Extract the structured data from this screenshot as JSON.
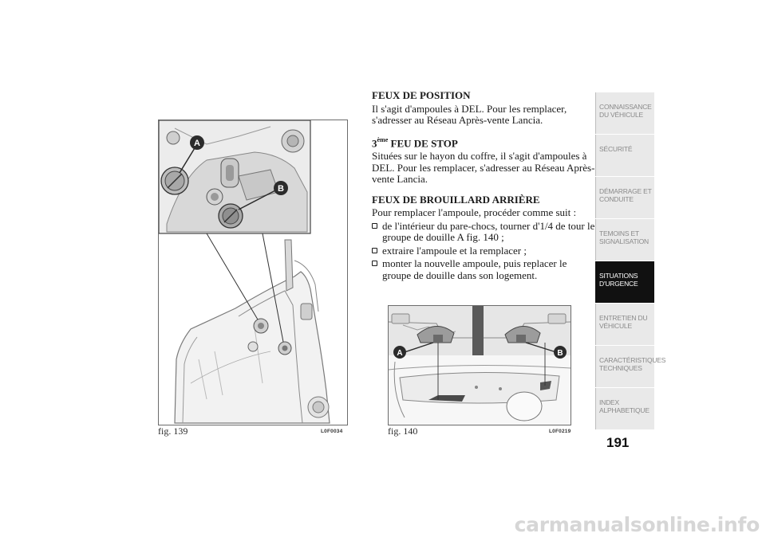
{
  "figures": {
    "fig139": {
      "caption": "fig. 139",
      "code": "L0F0034",
      "callouts": [
        "A",
        "B"
      ]
    },
    "fig140": {
      "caption": "fig. 140",
      "code": "L0F0219",
      "callouts": [
        "A",
        "B"
      ]
    }
  },
  "text": {
    "s1": {
      "heading": "FEUX DE POSITION",
      "body": "Il s'agit d'ampoules à DEL. Pour les remplacer, s'adresser au Réseau Après-vente Lancia."
    },
    "s2": {
      "heading_prefix": "3",
      "heading_sup": "ème",
      "heading_rest": " FEU DE STOP",
      "body": "Situées sur le hayon du coffre, il s'agit d'ampoules à DEL. Pour les remplacer, s'adresser au Réseau Après-vente Lancia."
    },
    "s3": {
      "heading": "FEUX DE BROUILLARD ARRIÈRE",
      "intro": "Pour remplacer l'ampoule, procéder comme suit :",
      "steps": [
        "de l'intérieur du pare-chocs, tourner d'1/4 de tour le groupe de douille A fig. 140 ;",
        "extraire l'ampoule et la remplacer ;",
        "monter la nouvelle ampoule, puis replacer le groupe de douille dans son logement."
      ]
    }
  },
  "tabs": [
    {
      "label": "CONNAISSANCE DU VÉHICULE",
      "active": false
    },
    {
      "label": "SÉCURITÉ",
      "active": false
    },
    {
      "label": "DÉMARRAGE ET CONDUITE",
      "active": false
    },
    {
      "label": "TEMOINS ET SIGNALISATION",
      "active": false
    },
    {
      "label": "SITUATIONS D'URGENCE",
      "active": true
    },
    {
      "label": "ENTRETIEN DU VÉHICULE",
      "active": false
    },
    {
      "label": "CARACTÉRISTIQUES TECHNIQUES",
      "active": false
    },
    {
      "label": "INDEX ALPHABETIQUE",
      "active": false
    }
  ],
  "page_number": "191",
  "watermark": "carmanualsonline.info",
  "colors": {
    "active_tab": "#111111",
    "inactive_tab": "#e9e9e9",
    "callout": "#2b2b2b"
  }
}
